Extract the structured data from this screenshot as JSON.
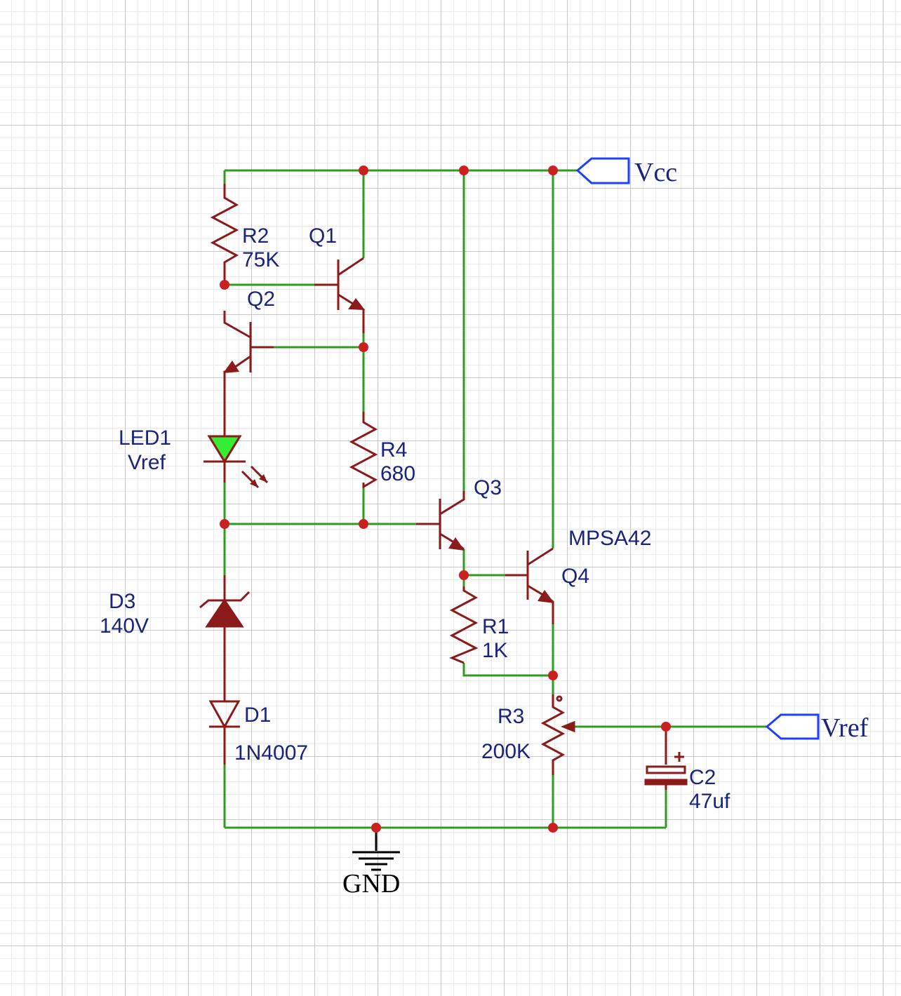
{
  "colors": {
    "wire": "#339922",
    "component": "#8b1a1a",
    "junction": "#cc2020",
    "label": "#1a237e",
    "net_port": "#1f3fff",
    "led_fill": "#33ee33",
    "ground": "#000000"
  },
  "nets": {
    "vcc": "Vcc",
    "vref": "Vref",
    "gnd": "GND"
  },
  "components": {
    "r2": {
      "ref": "R2",
      "value": "75K"
    },
    "q1": {
      "ref": "Q1"
    },
    "q2": {
      "ref": "Q2"
    },
    "r4": {
      "ref": "R4",
      "value": "680"
    },
    "led1": {
      "ref": "LED1",
      "value": "Vref"
    },
    "q3": {
      "ref": "Q3"
    },
    "q4": {
      "ref": "Q4",
      "value": "MPSA42"
    },
    "d3": {
      "ref": "D3",
      "value": "140V"
    },
    "r1": {
      "ref": "R1",
      "value": "1K"
    },
    "d1": {
      "ref": "D1",
      "value": "1N4007"
    },
    "r3": {
      "ref": "R3",
      "value": "200K"
    },
    "c2": {
      "ref": "C2",
      "value": "47uf"
    }
  }
}
